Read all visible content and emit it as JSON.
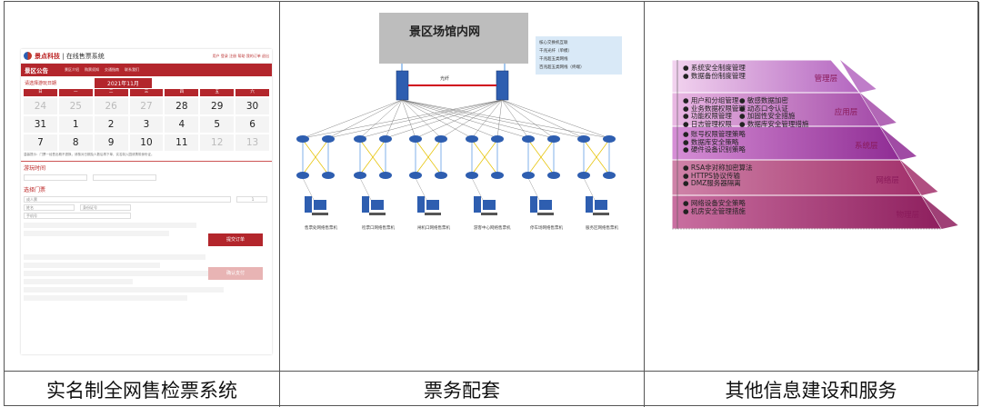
{
  "captions": [
    "实名制全网售检票系统",
    "票务配套",
    "其他信息建设和服务"
  ],
  "ticketing_app": {
    "brand_company": "景点科技",
    "brand_system": "在线售票系统",
    "top_links": "用户   登录   注册   帮助   我的订单   退出",
    "header_title": "景区公告",
    "nav_items": [
      "景区介绍",
      "购票须知",
      "交通指南",
      "联系我们"
    ],
    "select_date_label": "请选择游玩日期",
    "month_label": "2021年11月",
    "weekdays": [
      "日",
      "一",
      "二",
      "三",
      "四",
      "五",
      "六"
    ],
    "days": [
      {
        "n": "24",
        "off": true
      },
      {
        "n": "25",
        "off": true
      },
      {
        "n": "26",
        "off": true
      },
      {
        "n": "27",
        "off": true
      },
      {
        "n": "28",
        "off": false
      },
      {
        "n": "29",
        "off": false
      },
      {
        "n": "30",
        "off": false
      },
      {
        "n": "31",
        "off": false
      },
      {
        "n": "1",
        "off": false
      },
      {
        "n": "2",
        "off": false
      },
      {
        "n": "3",
        "off": false
      },
      {
        "n": "4",
        "off": false
      },
      {
        "n": "5",
        "off": false
      },
      {
        "n": "6",
        "off": false
      },
      {
        "n": "7",
        "off": false
      },
      {
        "n": "8",
        "off": false
      },
      {
        "n": "9",
        "off": false
      },
      {
        "n": "10",
        "off": false
      },
      {
        "n": "11",
        "off": false
      },
      {
        "n": "12",
        "off": true
      },
      {
        "n": "13",
        "off": true
      }
    ],
    "note": "温馨提示：门票一经售出概不退换，请核对日期及人数后再下单，实名制入园请携带身份证。",
    "section_time": "游玩时间",
    "section_ticket": "选择门票",
    "ticket_name": "成人票",
    "qty": "1",
    "field_name": "姓名",
    "field_id": "身份证号",
    "field_phone": "手机号",
    "submit_label": "提交订单",
    "submit2_label": "确认支付"
  },
  "network": {
    "title": "景区场馆内网",
    "link_label": "光纤",
    "legend": [
      "核心交换机互联",
      "千兆光纤（单模）",
      "千兆超五类网线",
      "百兆超五类网线（终端）"
    ],
    "legend_colors": [
      "#d0021b",
      "#4a90e2",
      "#e6c200",
      "#9b9b9b"
    ],
    "pc_labels": [
      "售票处网络售票机",
      "检票口网络售票机",
      "闸机口网络售票机",
      "游客中心网络售票机",
      "停车场网络售票机",
      "服务区网络售票机"
    ]
  },
  "pyramid": {
    "layers": [
      {
        "name": "管理层",
        "items": [
          "系统安全制度管理",
          "数据备份制度管理"
        ]
      },
      {
        "name": "应用层",
        "items": [
          "用户和分组管理",
          "敏感数据加密",
          "业务数据权限管理",
          "动态口令认证",
          "功能权限管理",
          "加固性安全措施",
          "日志管理权限",
          "数据库安全管理措施"
        ]
      },
      {
        "name": "系统层",
        "items": [
          "账号权限管理策略",
          "数据库安全策略",
          "硬件设备识别策略"
        ]
      },
      {
        "name": "网络层",
        "items": [
          "RSA非对称加密算法",
          "HTTPS协议传输",
          "DMZ服务器隔离"
        ]
      },
      {
        "name": "物理层",
        "items": [
          "网络设备安全策略",
          "机房安全管理措施"
        ]
      }
    ]
  }
}
